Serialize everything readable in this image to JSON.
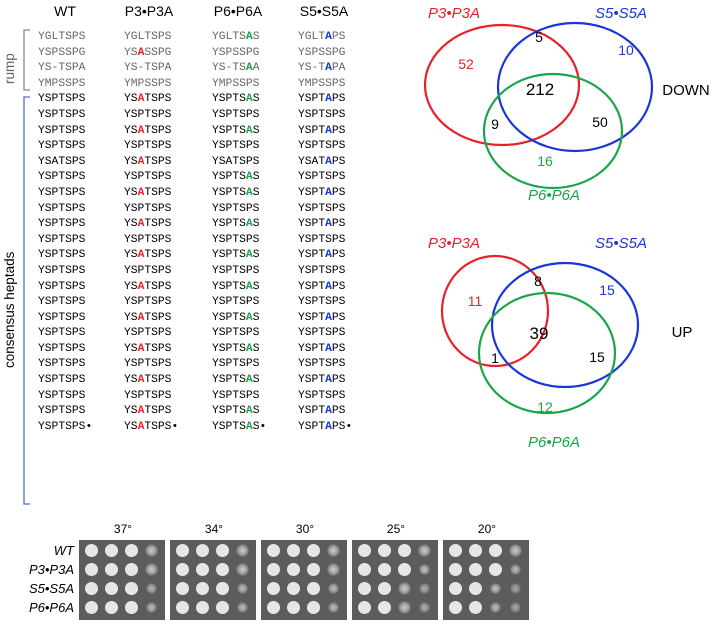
{
  "columns": [
    "WT",
    "P3•P3A",
    "P6•P6A",
    "S5•S5A"
  ],
  "side_labels": {
    "rump": "rump",
    "consensus": "consensus heptads"
  },
  "rump_rows": [
    [
      [
        "YGLTSPS"
      ],
      [
        "YGLTSPS"
      ],
      [
        "YGLTS",
        "A",
        "S"
      ],
      [
        "YGLT",
        "A",
        "PS"
      ]
    ],
    [
      [
        "YSPSSPG"
      ],
      [
        "YS",
        "A",
        "SSPG"
      ],
      [
        "YSPSSPG"
      ],
      [
        "YSPSSPG"
      ]
    ],
    [
      [
        "YS-TSPA"
      ],
      [
        "YS-TSPA"
      ],
      [
        "YS-TS",
        "A",
        "A"
      ],
      [
        "YS-T",
        "A",
        "PA"
      ]
    ],
    [
      [
        "YMPSSPS"
      ],
      [
        "YMPSSPS"
      ],
      [
        "YMPSSPS"
      ],
      [
        "YMPSSPS"
      ]
    ]
  ],
  "consensus_rows": [
    [
      "YSPTSPS",
      "YS|A|TSPS",
      "YSPTS|A|S",
      "YSPT|A|PS"
    ],
    [
      "YSPTSPS",
      "YSPTSPS",
      "YSPTSPS",
      "YSPTSPS"
    ],
    [
      "YSPTSPS",
      "YS|A|TSPS",
      "YSPTS|A|S",
      "YSPT|A|PS"
    ],
    [
      "YSPTSPS",
      "YSPTSPS",
      "YSPTSPS",
      "YSPTSPS"
    ],
    [
      "YSATSPS",
      "YS|A|TSPS",
      "YSATSPS",
      "YSAT|A|PS"
    ],
    [
      "YSPTSPS",
      "YSPTSPS",
      "YSPTS|A|S",
      "YSPTSPS"
    ],
    [
      "YSPTSPS",
      "YS|A|TSPS",
      "YSPTS|A|S",
      "YSPT|A|PS"
    ],
    [
      "YSPTSPS",
      "YSPTSPS",
      "YSPTSPS",
      "YSPTSPS"
    ],
    [
      "YSPTSPS",
      "YS|A|TSPS",
      "YSPTS|A|S",
      "YSPT|A|PS"
    ],
    [
      "YSPTSPS",
      "YSPTSPS",
      "YSPTSPS",
      "YSPTSPS"
    ],
    [
      "YSPTSPS",
      "YS|A|TSPS",
      "YSPTS|A|S",
      "YSPT|A|PS"
    ],
    [
      "YSPTSPS",
      "YSPTSPS",
      "YSPTSPS",
      "YSPTSPS"
    ],
    [
      "YSPTSPS",
      "YS|A|TSPS",
      "YSPTS|A|S",
      "YSPT|A|PS"
    ],
    [
      "YSPTSPS",
      "YSPTSPS",
      "YSPTSPS",
      "YSPTSPS"
    ],
    [
      "YSPTSPS",
      "YS|A|TSPS",
      "YSPTS|A|S",
      "YSPT|A|PS"
    ],
    [
      "YSPTSPS",
      "YSPTSPS",
      "YSPTSPS",
      "YSPTSPS"
    ],
    [
      "YSPTSPS",
      "YS|A|TSPS",
      "YSPTS|A|S",
      "YSPT|A|PS"
    ],
    [
      "YSPTSPS",
      "YSPTSPS",
      "YSPTSPS",
      "YSPTSPS"
    ],
    [
      "YSPTSPS",
      "YS|A|TSPS",
      "YSPTS|A|S",
      "YSPT|A|PS"
    ],
    [
      "YSPTSPS",
      "YSPTSPS",
      "YSPTSPS",
      "YSPTSPS"
    ],
    [
      "YSPTSPS",
      "YS|A|TSPS",
      "YSPTS|A|S",
      "YSPT|A|PS"
    ],
    [
      "YSPTSPS•",
      "YS|A|TSPS•",
      "YSPTS|A|S•",
      "YSPT|A|PS•"
    ]
  ],
  "venn_down": {
    "label": "DOWN",
    "sets": {
      "p3": "P3•P3A",
      "s5": "S5•S5A",
      "p6": "P6•P6A"
    },
    "counts": {
      "p3_only": "52",
      "s5_only": "10",
      "p6_only": "16",
      "p3_s5": "5",
      "p3_p6": "9",
      "s5_p6": "50",
      "all": "212"
    }
  },
  "venn_up": {
    "label": "UP",
    "sets": {
      "p3": "P3•P3A",
      "s5": "S5•S5A",
      "p6": "P6•P6A"
    },
    "counts": {
      "p3_only": "11",
      "s5_only": "15",
      "p6_only": "12",
      "p3_s5": "8",
      "p3_p6": "1",
      "s5_p6": "15",
      "all": "39"
    }
  },
  "spot_assay": {
    "temperatures": [
      "37°",
      "34°",
      "30°",
      "25°",
      "20°"
    ],
    "strains": [
      "WT",
      "P3•P3A",
      "S5•S5A",
      "P6•P6A"
    ]
  },
  "colors": {
    "red": "#e8202a",
    "blue": "#1a36d8",
    "green": "#1aa54a",
    "bracket": "#4a6fd6",
    "rump_bracket": "#888888"
  }
}
